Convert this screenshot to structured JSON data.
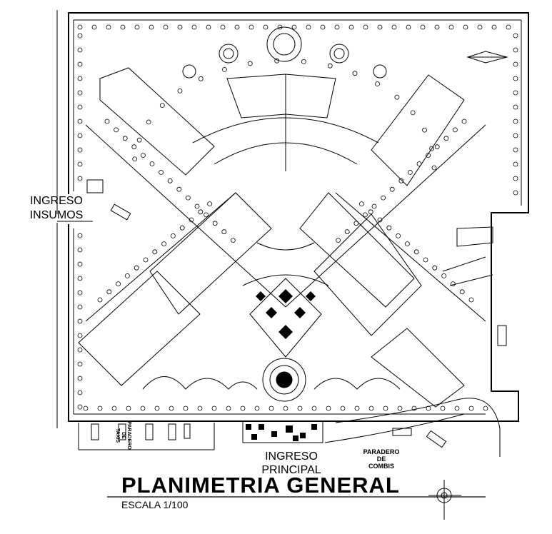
{
  "labels": {
    "ingreso_insumos_line1": "INGRESO",
    "ingreso_insumos_line2": "INSUMOS",
    "ingreso_principal_line1": "INGRESO",
    "ingreso_principal_line2": "PRINCIPAL",
    "paradero_combis_line1": "PARADERO",
    "paradero_combis_line2": "DE",
    "paradero_combis_line3": "COMBIS",
    "paradero_taxis_line1": "PARADERO",
    "paradero_taxis_line2": "DE",
    "paradero_taxis_line3": "TAXIS"
  },
  "title": "PLANIMETRIA GENERAL",
  "scale": "ESCALA 1/100",
  "colors": {
    "line": "#000000",
    "background": "#ffffff"
  }
}
